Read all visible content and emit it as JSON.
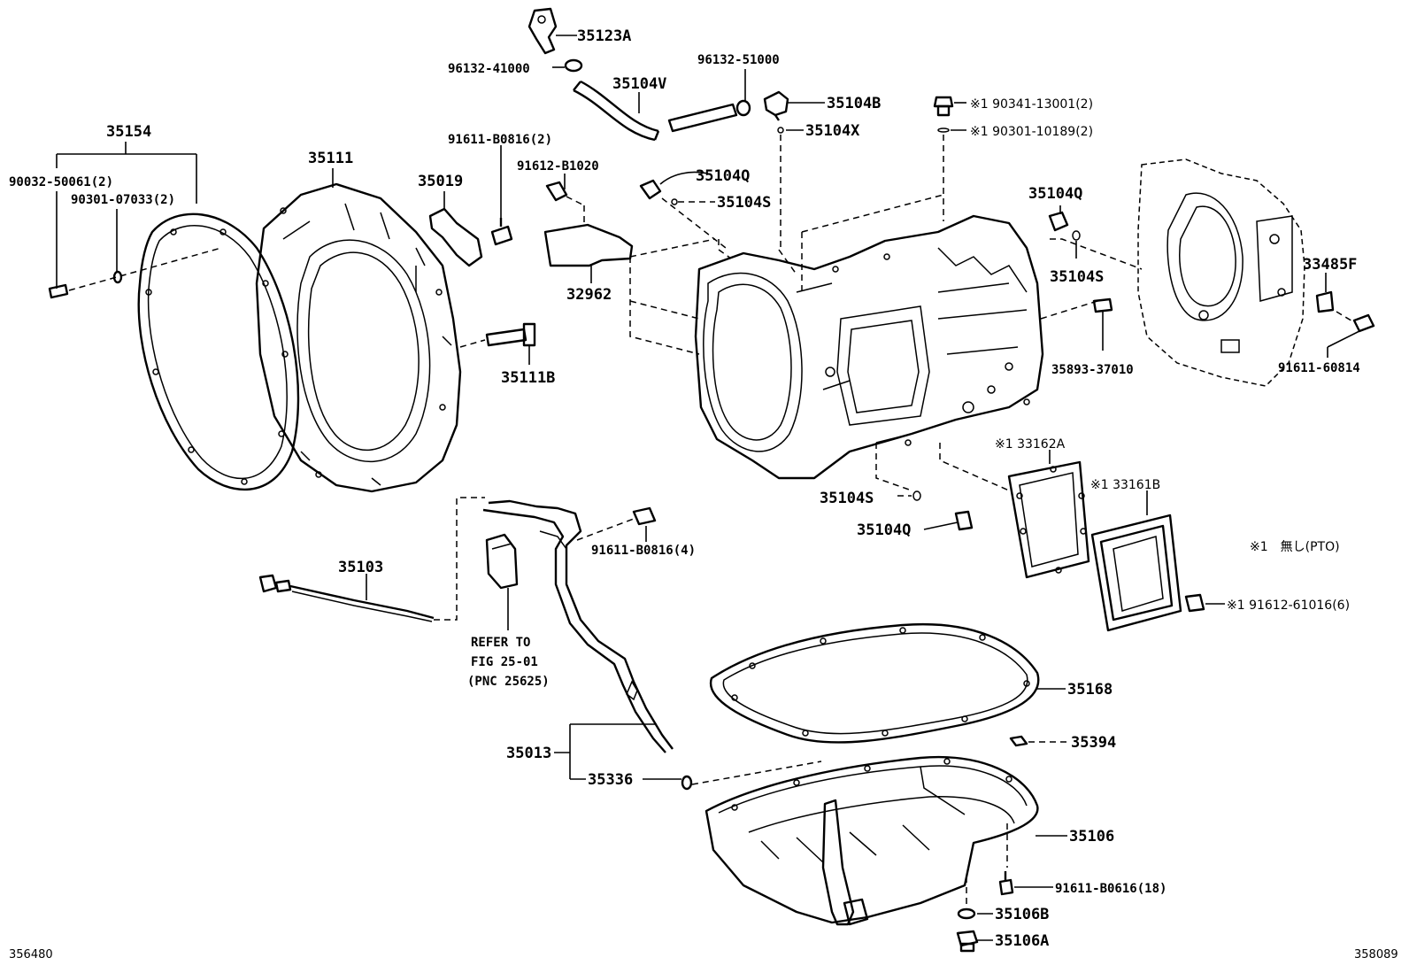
{
  "labels": {
    "p35123A": "35123A",
    "p96132_41000": "96132-41000",
    "p35104V": "35104V",
    "p96132_51000": "96132-51000",
    "p35104B": "35104B",
    "p35104X": "35104X",
    "p90341": "※1 90341-13001(2)",
    "p90301_10189": "※1 90301-10189(2)",
    "p35154": "35154",
    "p90032": "90032-50061(2)",
    "p90301_07033": "90301-07033(2)",
    "p35111": "35111",
    "p35019": "35019",
    "p91611_B0816_2": "91611-B0816(2)",
    "p91612_B1020": "91612-B1020",
    "p35104Q_a": "35104Q",
    "p35104S_a": "35104S",
    "p35104Q_b": "35104Q",
    "p35104S_b": "35104S",
    "p33485F": "33485F",
    "p32962": "32962",
    "p35893": "35893-37010",
    "p91611_60814": "91611-60814",
    "p35111B": "35111B",
    "p33162A": "※1 33162A",
    "p33161B": "※1 33161B",
    "p35104S_c": "35104S",
    "p35104Q_c": "35104Q",
    "p91611_B0816_4": "91611-B0816(4)",
    "p35103": "35103",
    "pto_note": "※1　無し(PTO)",
    "p91612_61016": "※1 91612-61016(6)",
    "refer1": "REFER TO",
    "refer2": "FIG 25-01",
    "refer3": "(PNC 25625)",
    "p35168": "35168",
    "p35394": "35394",
    "p35013": "35013",
    "p35336": "35336",
    "p35106": "35106",
    "p91611_B0616": "91611-B0616(18)",
    "p35106B": "35106B",
    "p35106A": "35106A",
    "code_left": "356480",
    "code_right": "358089"
  }
}
